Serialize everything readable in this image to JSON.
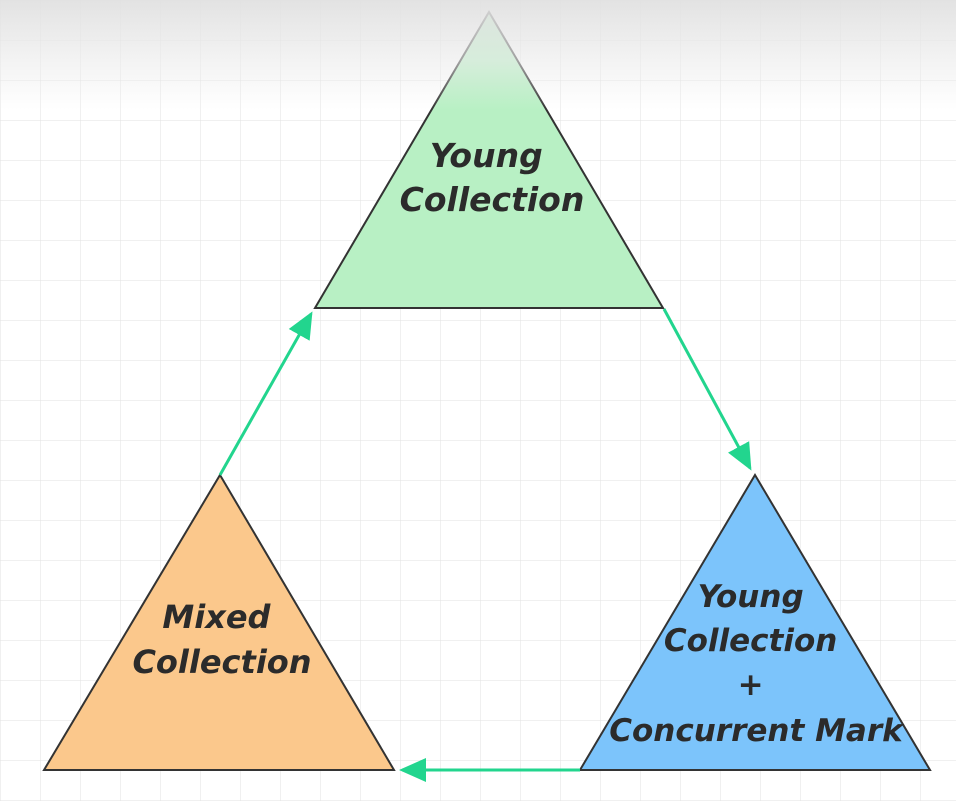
{
  "diagram": {
    "top_triangle": {
      "lines": [
        "Young",
        "Collection"
      ],
      "fill": "#b8f0c4"
    },
    "right_triangle": {
      "lines": [
        "Young",
        "Collection",
        "+",
        "Concurrent Mark"
      ],
      "fill": "#7cc4fb"
    },
    "left_triangle": {
      "lines": [
        "Mixed",
        "Collection"
      ],
      "fill": "#fbc88c"
    },
    "colors": {
      "arrow": "#22d58e",
      "outline": "#333333",
      "grid": "#e2e2e2",
      "text": "#2b2b2b"
    }
  }
}
